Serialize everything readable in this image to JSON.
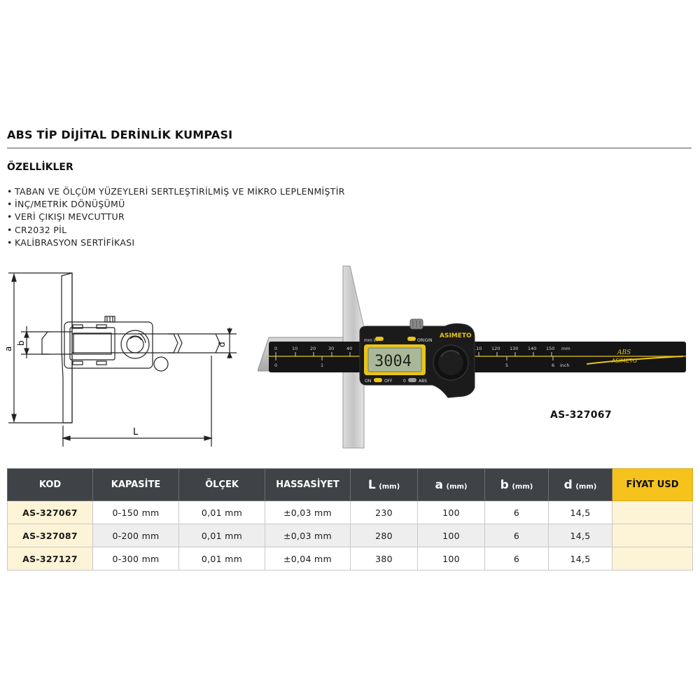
{
  "header": {
    "title": "ABS TİP DİJİTAL DERİNLİK KUMPASI"
  },
  "features": {
    "heading": "ÖZELLİKLER",
    "items": [
      "TABAN VE ÖLÇÜM YÜZEYLERİ SERTLEŞTİRİLMİŞ VE MİKRO LEPLENMİŞTİR",
      "İNÇ/METRİK DÖNÜŞÜMÜ",
      "VERİ ÇIKIŞI MEVCUTTUR",
      "CR2032 PİL",
      "KALİBRASYON SERTİFİKASI"
    ]
  },
  "drawing": {
    "label_a": "a",
    "label_b": "b",
    "label_d": "d",
    "label_L": "L"
  },
  "photo": {
    "display_reading": "3004",
    "brand": "ASIMETO",
    "abs_mark": "ABS",
    "btn_mm_in": "mm  in",
    "btn_origin": "ORIGIN",
    "btn_on": "ON",
    "btn_off": "OFF",
    "btn_zero": "0",
    "btn_abs": "ABS",
    "mm_unit": "mm",
    "inch_unit": "inch",
    "top_ticks_left": [
      "0",
      "10",
      "20",
      "30",
      "40"
    ],
    "top_ticks_right": [
      "110",
      "120",
      "130",
      "140",
      "150"
    ],
    "bottom_ticks_left": [
      "0",
      "1"
    ],
    "bottom_ticks_right": [
      "5",
      "6"
    ],
    "caption": "AS-327067"
  },
  "table": {
    "headers": {
      "kod": "KOD",
      "kapasite": "KAPASİTE",
      "olcek": "ÖLÇEK",
      "hassasiyet": "HASSASİYET",
      "L": "L",
      "a": "a",
      "b": "b",
      "d": "d",
      "unit": "(mm)",
      "price": "FİYAT USD"
    },
    "rows": [
      {
        "kod": "AS-327067",
        "kapasite": "0-150 mm",
        "olcek": "0,01 mm",
        "hassasiyet": "±0,03 mm",
        "L": "230",
        "a": "100",
        "b": "6",
        "d": "14,5",
        "price": ""
      },
      {
        "kod": "AS-327087",
        "kapasite": "0-200 mm",
        "olcek": "0,01 mm",
        "hassasiyet": "±0,03 mm",
        "L": "280",
        "a": "100",
        "b": "6",
        "d": "14,5",
        "price": ""
      },
      {
        "kod": "AS-327127",
        "kapasite": "0-300 mm",
        "olcek": "0,01 mm",
        "hassasiyet": "±0,04 mm",
        "L": "380",
        "a": "100",
        "b": "6",
        "d": "14,5",
        "price": ""
      }
    ]
  },
  "colors": {
    "header_bg": "#3f4246",
    "price_accent": "#f6c21c",
    "code_bg": "#fdf3d6",
    "tool_yellow": "#e8c41a"
  }
}
